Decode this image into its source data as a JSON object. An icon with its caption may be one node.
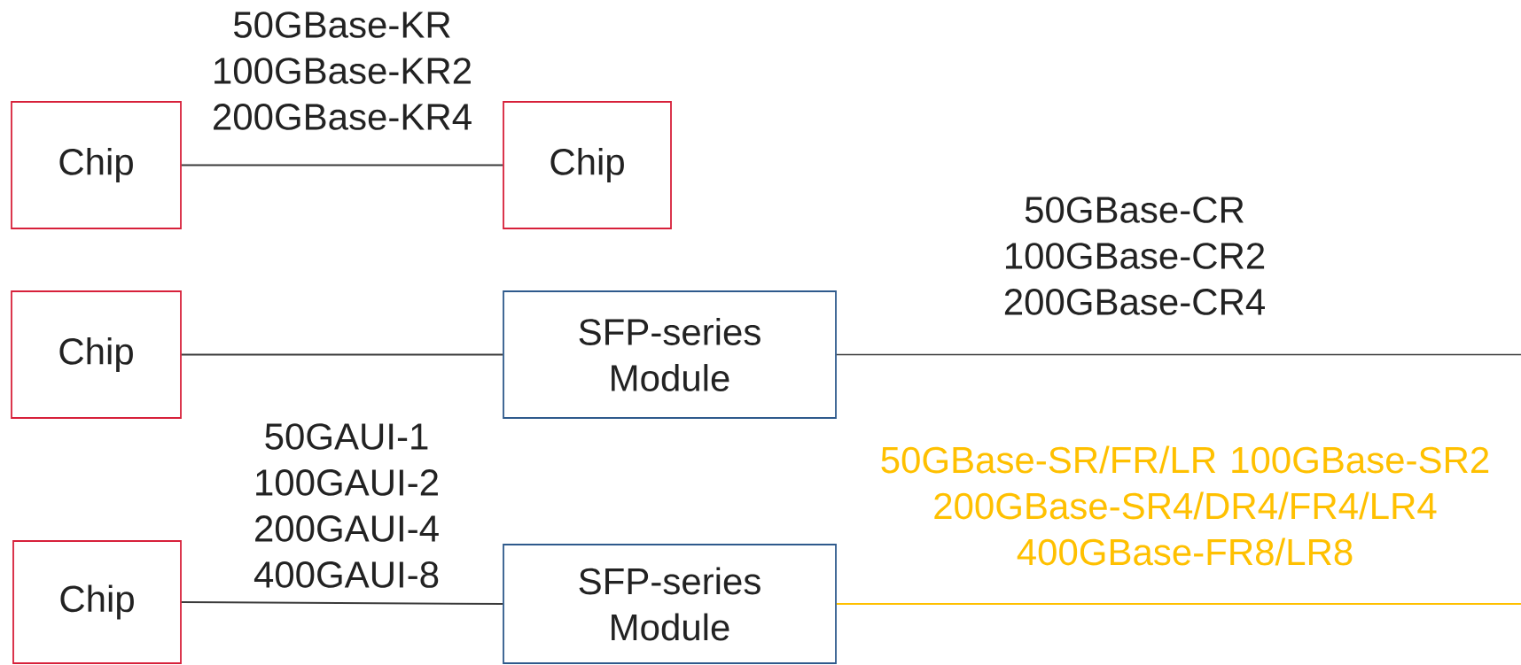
{
  "diagram": {
    "nodes": [
      {
        "text": [
          "Chip"
        ]
      },
      {
        "text": [
          "Chip"
        ]
      },
      {
        "text": [
          "Chip"
        ]
      },
      {
        "text": [
          "SFP-series Module"
        ]
      },
      {
        "text": [
          "Chip"
        ]
      },
      {
        "text": [
          "SFP-series Module"
        ]
      }
    ],
    "edges": [
      {
        "from": 0,
        "to": 1,
        "arrow": "none",
        "label": "50GBase-KR 100GBase-KR2 200GBase-KR4"
      },
      {
        "from": 2,
        "to": 3,
        "arrow": "none"
      },
      {
        "from": 3,
        "to": null,
        "arrow": "none",
        "label": "50GBase-CR 100GBase-CR2 200GBase-CR4"
      },
      {
        "from": 4,
        "to": 5,
        "arrow": "none",
        "label": "50GAUI-1 100GAUI-2 200GAUI-4 400GAUI-8"
      },
      {
        "from": 5,
        "to": null,
        "arrow": "none",
        "label": "50GBase-SR/FR/LR 100GBase-SR2 200GBase-SR4/DR4/FR4/LR4 400GBase-FR8/LR8",
        "color": "#ffc000"
      }
    ]
  }
}
